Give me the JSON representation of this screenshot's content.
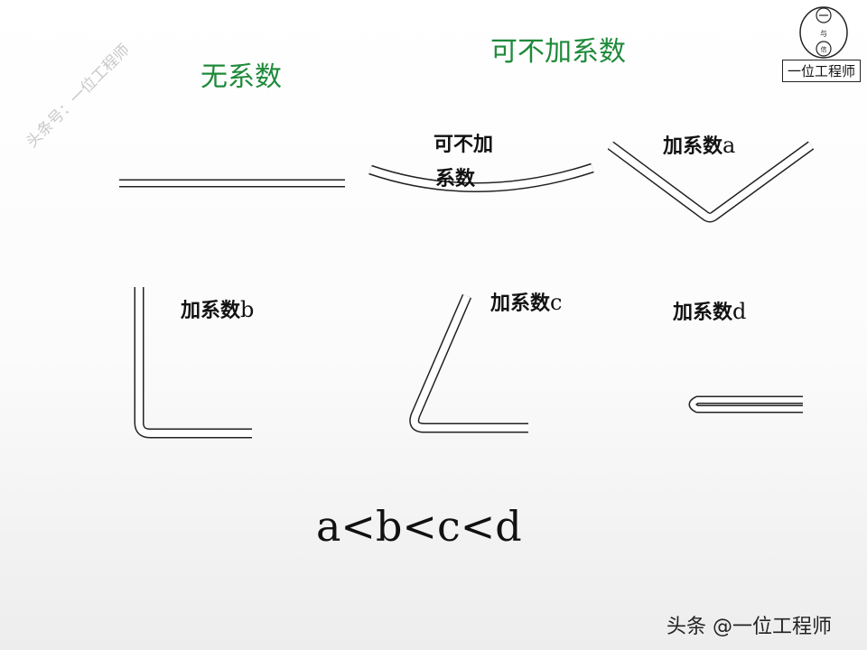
{
  "headings": {
    "no_coefficient": "无系数",
    "optional_coefficient": "可不加系数"
  },
  "labels": {
    "optional_line1": "可不加",
    "optional_line2": "系数",
    "add_coefficient_prefix": "加系数",
    "letter_a": "a",
    "letter_b": "b",
    "letter_c": "c",
    "letter_d": "d"
  },
  "formula": "a<b<c<d",
  "watermark": {
    "diagonal": "头条号：一位工程师",
    "footer": "头条 @一位工程师"
  },
  "logo": {
    "caption": "一位工程师",
    "icon_name": "engineer-logo-icon"
  }
}
